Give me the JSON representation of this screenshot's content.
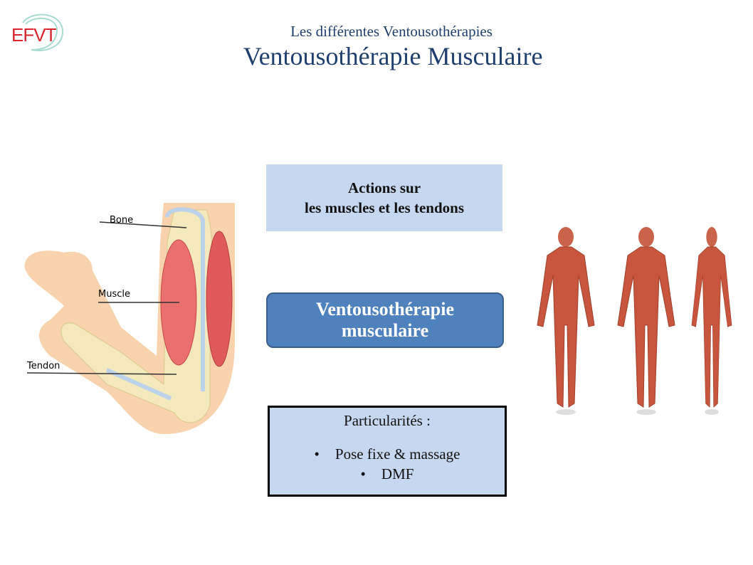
{
  "logo": {
    "text": "EFVT",
    "colors": {
      "text": "#d9262e",
      "ring": "#a8dcd0"
    }
  },
  "header": {
    "subtitle": "Les différentes Ventousothérapies",
    "title": "Ventousothérapie Musculaire"
  },
  "actions_box": {
    "line1": "Actions sur",
    "line2": "les muscles et les tendons"
  },
  "main_box": {
    "line1": "Ventousothérapie",
    "line2": "musculaire"
  },
  "particularities_box": {
    "heading": "Particularités :",
    "items": [
      "Pose fixe & massage",
      "DMF"
    ]
  },
  "arm_diagram": {
    "labels": {
      "bone": "Bone",
      "muscle": "Muscle",
      "tendon": "Tendon"
    }
  },
  "colors": {
    "title": "#1f3f6e",
    "box_light": "#c6d8f0",
    "box_accent": "#4f81bd"
  }
}
